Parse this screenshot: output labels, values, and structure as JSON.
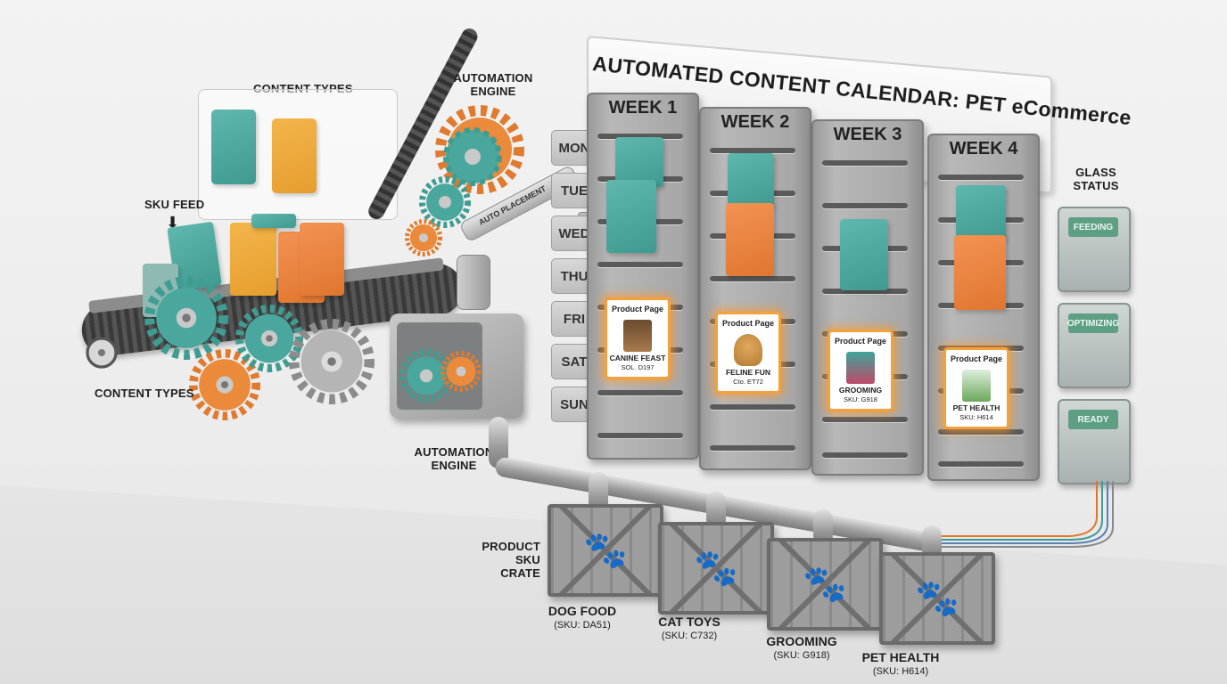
{
  "labels": {
    "content_types_top": "CONTENT TYPES",
    "content_types_bottom": "CONTENT TYPES",
    "sku_feed": "SKU FEED",
    "automation_engine_top": "AUTOMATION ENGINE",
    "automation_engine_bottom": "AUTOMATION ENGINE",
    "arm_text": "AUTO PLACEMENT",
    "glass_status": "GLASS STATUS",
    "product_sku_crate": "PRODUCT SKU CRATE"
  },
  "calendar": {
    "title": "AUTOMATED CONTENT CALENDAR: PET eCommerce",
    "days": [
      "MON",
      "TUE",
      "WED",
      "THU",
      "FRI",
      "SAT",
      "SUN"
    ],
    "weeks": [
      {
        "label": "WEEK 1",
        "product": {
          "header": "Product Page",
          "name": "CANINE FEAST",
          "sku": "SOL. D197"
        }
      },
      {
        "label": "WEEK 2",
        "product": {
          "header": "Product Page",
          "name": "FELINE FUN",
          "sku": "Cto. ET72"
        }
      },
      {
        "label": "WEEK 3",
        "product": {
          "header": "Product Page",
          "name": "GROOMING",
          "sku": "SKU: G918"
        }
      },
      {
        "label": "WEEK 4",
        "product": {
          "header": "Product Page",
          "name": "PET HEALTH",
          "sku": "SKU: H614"
        }
      }
    ]
  },
  "status": [
    "FEEDING",
    "OPTIMIZING",
    "READY"
  ],
  "crates": [
    {
      "name": "DOG FOOD",
      "sku": "(SKU: DA51)"
    },
    {
      "name": "CAT TOYS",
      "sku": "(SKU: C732)"
    },
    {
      "name": "GROOMING",
      "sku": "(SKU: G918)"
    },
    {
      "name": "PET HEALTH",
      "sku": "(SKU: H614)"
    }
  ],
  "colors": {
    "teal": "#4fa99f",
    "yellow": "#eea83c",
    "orange": "#e8843f",
    "glow": "#f2a13c",
    "metal": "#a7a7a7"
  }
}
